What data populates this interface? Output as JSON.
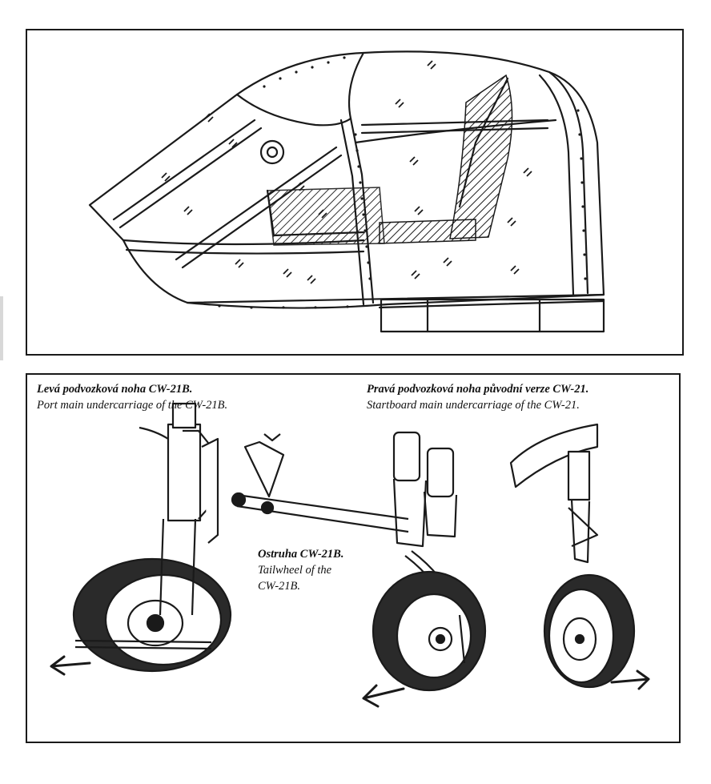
{
  "captions": {
    "left": {
      "cz": "Levá podvozková noha CW-21B.",
      "en": "Port  main undercarriage of the CW-21B."
    },
    "right": {
      "cz": "Pravá podvozková noha původní verze CW-21.",
      "en": "Startboard main undercarriage of the CW-21."
    },
    "middle": {
      "cz": "Ostruha CW-21B.",
      "en_line1": "Tailwheel of the",
      "en_line2": "CW-21B."
    }
  },
  "colors": {
    "line": "#1a1a1a",
    "tire": "#2a2a2a",
    "paper": "#ffffff"
  }
}
